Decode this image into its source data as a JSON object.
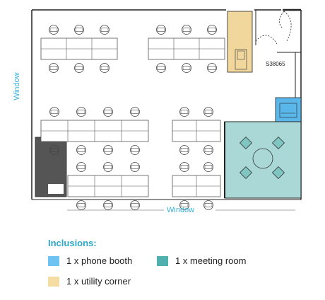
{
  "labels": {
    "window_left": "Window",
    "window_bottom": "Window",
    "room_code": "S38065"
  },
  "legend": {
    "title": "Inclusions:",
    "items": [
      {
        "label": "1 x phone booth",
        "color": "#6fc3f3"
      },
      {
        "label": "1 x meeting room",
        "color": "#4fb0ad"
      },
      {
        "label": "1 x utility corner",
        "color": "#f4dca3"
      }
    ]
  },
  "colors": {
    "wall": "#222222",
    "furniture": "#555555",
    "phone_booth": "#5bb6ea",
    "meeting_room": "#a9d8d6",
    "utility_corner": "#f2d79c",
    "storage": "#555555",
    "window_label": "#3bb2dc"
  }
}
